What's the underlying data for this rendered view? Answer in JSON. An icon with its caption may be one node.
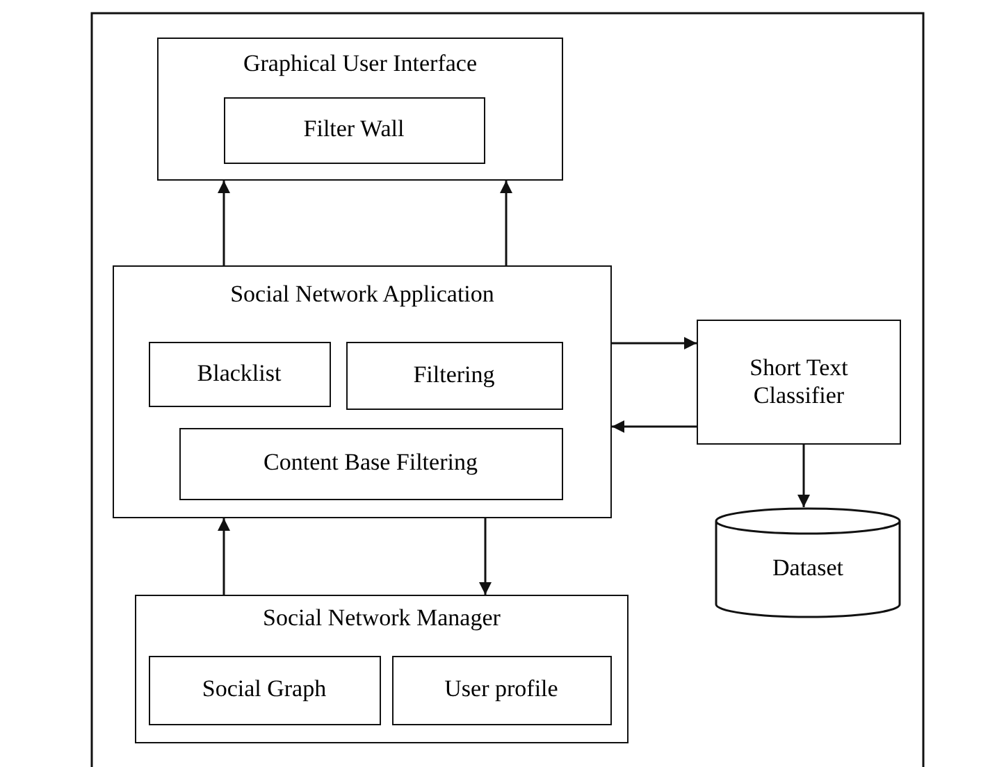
{
  "diagram": {
    "nodes": [
      {
        "text": [
          "Graphical User Interface"
        ]
      },
      {
        "text": [
          "Filter Wall"
        ],
        "in": 0
      },
      {
        "text": [
          "Social Network Application"
        ]
      },
      {
        "text": [
          "Blacklist"
        ],
        "in": 2
      },
      {
        "text": [
          "Filtering"
        ],
        "in": 2
      },
      {
        "text": [
          "Content Base Filtering"
        ],
        "in": 2
      },
      {
        "text": [
          "Short Text Classifier"
        ]
      },
      {
        "text": [
          "Dataset"
        ]
      },
      {
        "text": [
          "Social Network Manager"
        ]
      },
      {
        "text": [
          "Social Graph"
        ],
        "in": 8
      },
      {
        "text": [
          "User profile"
        ],
        "in": 8
      }
    ],
    "edges": [
      {
        "from": 2,
        "to": 0,
        "arrow": "to"
      },
      {
        "from": 2,
        "to": 0,
        "arrow": "to"
      },
      {
        "from": 2,
        "to": 6,
        "arrow": "to"
      },
      {
        "from": 6,
        "to": 2,
        "arrow": "to"
      },
      {
        "from": 6,
        "to": 7,
        "arrow": "to"
      },
      {
        "from": 8,
        "to": 2,
        "arrow": "to"
      },
      {
        "from": 2,
        "to": 8,
        "arrow": "to"
      }
    ]
  }
}
